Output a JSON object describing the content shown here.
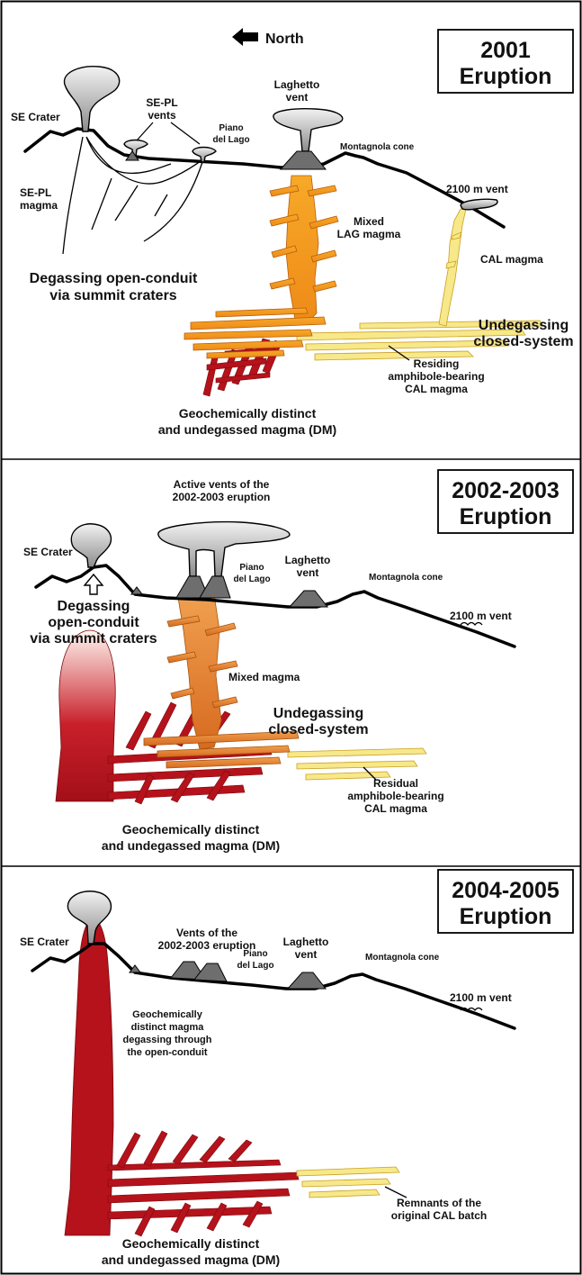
{
  "colors": {
    "background": "#ffffff",
    "frame": "#000000",
    "plume_gray": "#a8a8a8",
    "vent_cone": "#6e6e6e",
    "lag_orange": "#f39a1c",
    "mixed_orange": "#e07820",
    "cal_yellow": "#f7e88a",
    "dm_red": "#b5121b"
  },
  "header": {
    "north_arrow_icon": "left-arrow-icon",
    "north_label": "North"
  },
  "panel_2001": {
    "title_line1": "2001",
    "title_line2": "Eruption",
    "se_crater": "SE Crater",
    "sepl_vents_line1": "SE-PL",
    "sepl_vents_line2": "vents",
    "piano_line1": "Piano",
    "piano_line2": "del Lago",
    "laghetto_line1": "Laghetto",
    "laghetto_line2": "vent",
    "montagnola": "Montagnola cone",
    "vent2100": "2100 m vent",
    "sepl_magma_line1": "SE-PL",
    "sepl_magma_line2": "magma",
    "mixed_lag_line1": "Mixed",
    "mixed_lag_line2": "LAG magma",
    "cal_magma": "CAL magma",
    "degassing_line1": "Degassing open-conduit",
    "degassing_line2": "via summit craters",
    "undegassing_line1": "Undegassing",
    "undegassing_line2": "closed-system",
    "residing_line1": "Residing",
    "residing_line2": "amphibole-bearing",
    "residing_line3": "CAL magma",
    "geochem_line1": "Geochemically distinct",
    "geochem_line2": "and undegassed magma (DM)"
  },
  "panel_2002": {
    "title_line1": "2002-2003",
    "title_line2": "Eruption",
    "active_vents_line1": "Active vents of the",
    "active_vents_line2": "2002-2003 eruption",
    "se_crater": "SE Crater",
    "piano_line1": "Piano",
    "piano_line2": "del Lago",
    "laghetto_line1": "Laghetto",
    "laghetto_line2": "vent",
    "montagnola": "Montagnola cone",
    "vent2100": "2100 m vent",
    "degassing_line1": "Degassing",
    "degassing_line2": "open-conduit",
    "degassing_line3": "via summit craters",
    "mixed_magma": "Mixed magma",
    "undegassing_line1": "Undegassing",
    "undegassing_line2": "closed-system",
    "residual_line1": "Residual",
    "residual_line2": "amphibole-bearing",
    "residual_line3": "CAL magma",
    "geochem_line1": "Geochemically distinct",
    "geochem_line2": "and undegassed magma (DM)"
  },
  "panel_2004": {
    "title_line1": "2004-2005",
    "title_line2": "Eruption",
    "se_crater": "SE Crater",
    "vents_line1": "Vents of the",
    "vents_line2": "2002-2003 eruption",
    "piano_line1": "Piano",
    "piano_line2": "del Lago",
    "laghetto_line1": "Laghetto",
    "laghetto_line2": "vent",
    "montagnola": "Montagnola cone",
    "vent2100": "2100 m vent",
    "dm_degassing_line1": "Geochemically",
    "dm_degassing_line2": "distinct magma",
    "dm_degassing_line3": "degassing through",
    "dm_degassing_line4": "the open-conduit",
    "remnants_line1": "Remnants of the",
    "remnants_line2": "original CAL batch",
    "geochem_line1": "Geochemically distinct",
    "geochem_line2": "and undegassed magma (DM)"
  }
}
